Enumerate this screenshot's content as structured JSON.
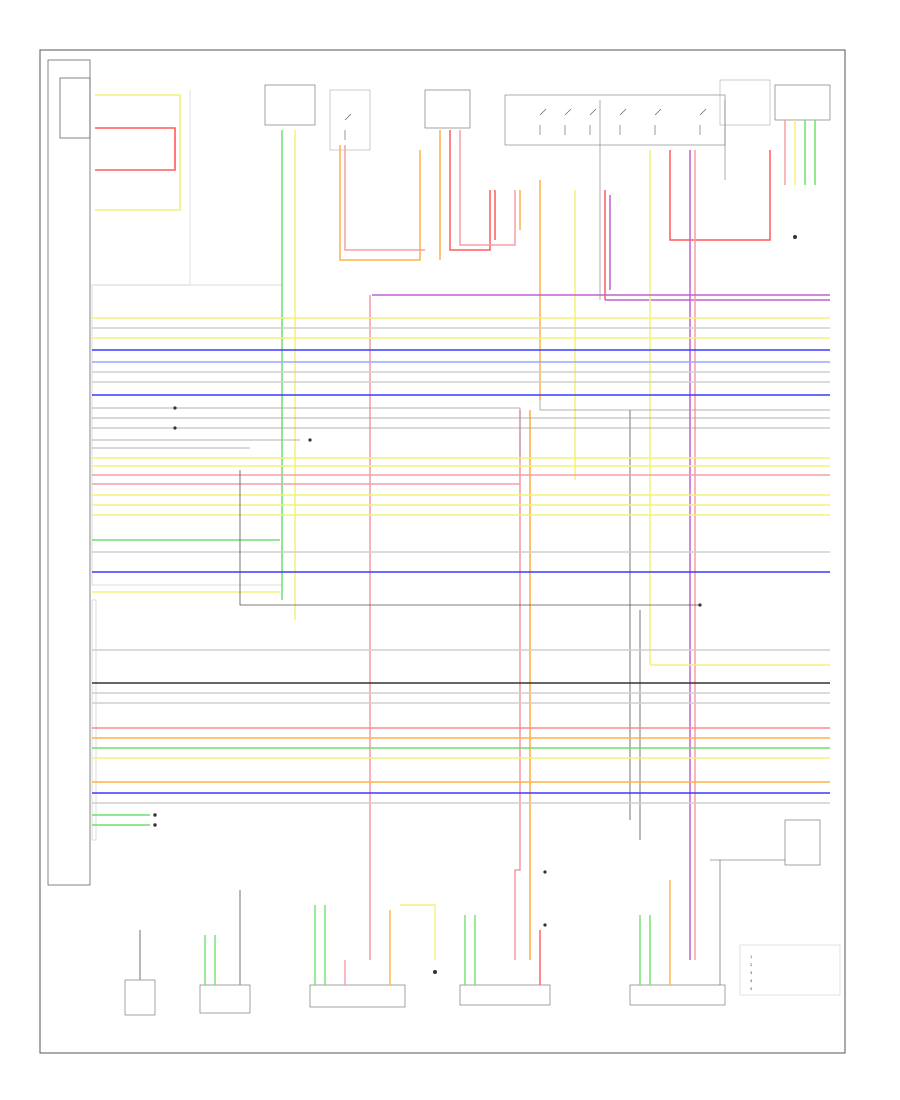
{
  "colors": {
    "pink": "#f4a0a8",
    "red": "#ff5a5a",
    "orange": "#ffb24a",
    "yellow": "#f2f27a",
    "green": "#6fe06f",
    "blue": "#3a3aff",
    "lightblue": "#9aa8ff",
    "violet": "#c060d0",
    "grey": "#9a9a9a",
    "black": "#333333",
    "frame": "#555555"
  },
  "wires": {
    "harness_bus": [
      {
        "color": "yellow"
      },
      {
        "color": "grey"
      },
      {
        "color": "yellow"
      },
      {
        "color": "blue"
      },
      {
        "color": "grey"
      },
      {
        "color": "grey"
      },
      {
        "color": "grey"
      },
      {
        "color": "blue"
      }
    ],
    "lower_bus": [
      {
        "color": "black"
      },
      {
        "color": "grey"
      },
      {
        "color": "grey"
      },
      {
        "color": "red"
      },
      {
        "color": "orange"
      },
      {
        "color": "green"
      },
      {
        "color": "yellow"
      },
      {
        "color": "orange"
      },
      {
        "color": "blue"
      }
    ]
  },
  "legend": {
    "entries": [
      {
        "num": "1",
        "text": ""
      },
      {
        "num": "2",
        "text": ""
      },
      {
        "num": "3",
        "text": ""
      },
      {
        "num": "4",
        "text": ""
      },
      {
        "num": "5",
        "text": ""
      }
    ]
  }
}
